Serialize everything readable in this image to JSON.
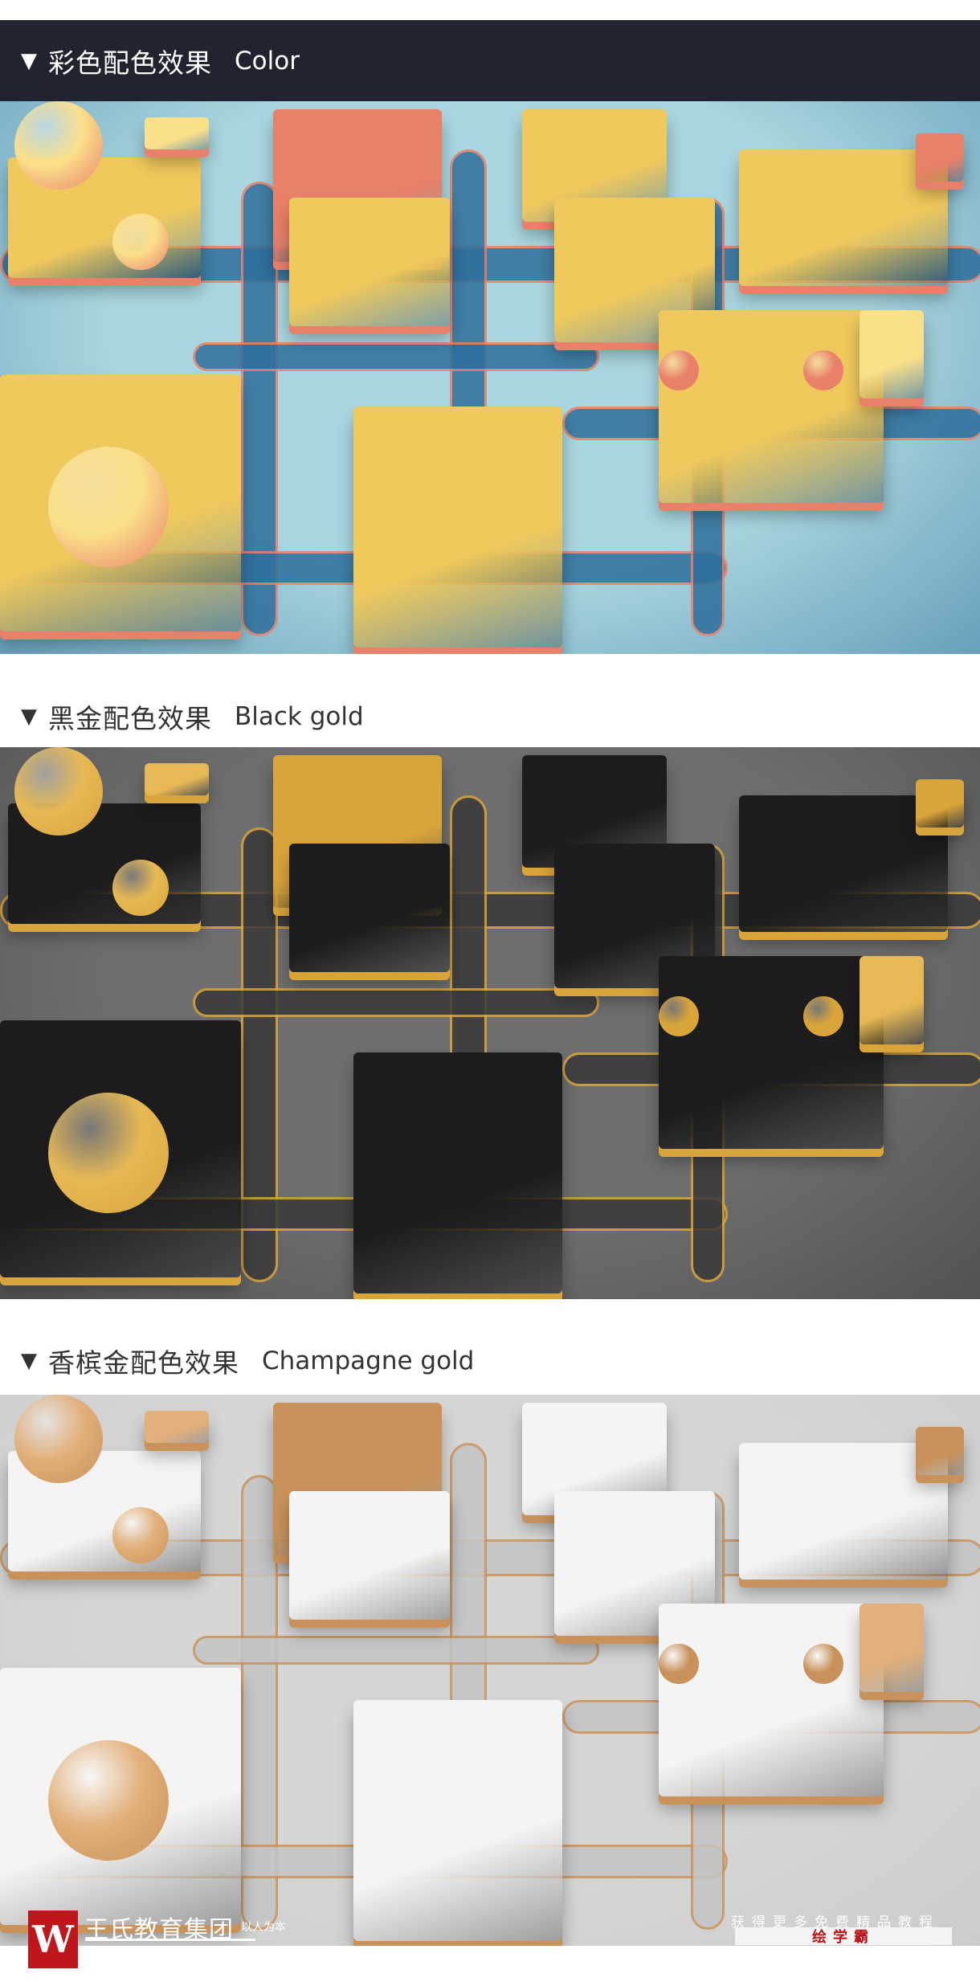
{
  "sections": [
    {
      "title_zh": "彩色配色效果",
      "title_en": "Color",
      "bg": "#a9d6df",
      "track": "#2e6f9c",
      "block": "#f0c95c",
      "accent": "#e9806a",
      "glow": "#fbe08a"
    },
    {
      "title_zh": "黑金配色效果",
      "title_en": "Black gold",
      "bg": "#6e6e6e",
      "track": "#3a3a3a",
      "block": "#1c1c1c",
      "accent": "#d9a43a",
      "glow": "#e7b954"
    },
    {
      "title_zh": "香槟金配色效果",
      "title_en": "Champagne gold",
      "bg": "#d6d6d6",
      "track": "#c4c4c4",
      "block": "#f4f4f4",
      "accent": "#c9925a",
      "glow": "#e2b07a"
    }
  ],
  "watermark": {
    "logo": "W",
    "brand": "王氏教育集团",
    "slogan": "以人为本",
    "more": "获得更多免费精品教程",
    "site": "绘学霸"
  }
}
